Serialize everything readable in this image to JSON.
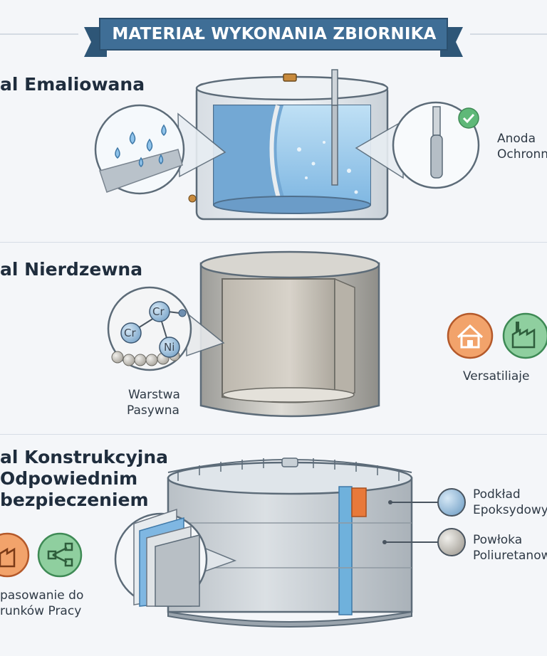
{
  "banner": {
    "title": "MATERIAŁ WYKONANIA ZBIORNIKA"
  },
  "sections": [
    {
      "title": "al Emaliowana",
      "labels": [
        "Anoda",
        "Ochronn"
      ]
    },
    {
      "title": "al Nierdzewna",
      "labels": [
        "Warstwa",
        "Pasywna",
        "Versatiliaje"
      ],
      "chem": [
        "Cr",
        "Cr",
        "Ni"
      ]
    },
    {
      "title_lines": [
        "al Konstrukcyjna",
        "Odpowiednim",
        "bezpieczeniem"
      ],
      "labels": [
        "pasowanie do",
        "runków Pracy"
      ],
      "layers": [
        {
          "lines": [
            "Podkład",
            "Epoksydowy"
          ]
        },
        {
          "lines": [
            "Powłoka",
            "Poliuretanow"
          ]
        }
      ]
    }
  ],
  "colors": {
    "banner": "#3f6e96",
    "accent_orange": "#e8793a",
    "accent_green": "#4caf6a",
    "water": "#9cc9ec",
    "steel": "#c9ccce"
  },
  "icons": [
    "water-drops-icon",
    "anode-rod-icon",
    "check-icon",
    "molecule-icon",
    "house-icon",
    "factory-icon",
    "network-icon"
  ]
}
